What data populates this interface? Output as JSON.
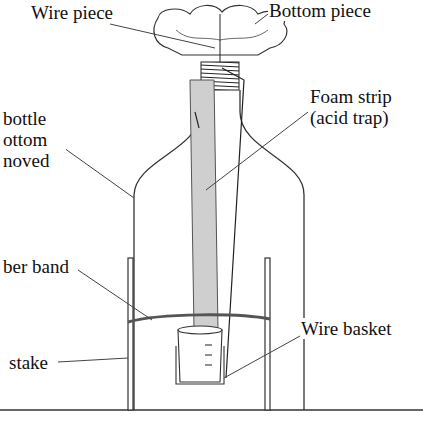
{
  "diagram": {
    "labels": [
      "Wire piece",
      "Bottom piece",
      "bottle ottom noved",
      "Foam strip (acid trap)",
      "ber band",
      "Wire basket",
      "stake"
    ]
  }
}
